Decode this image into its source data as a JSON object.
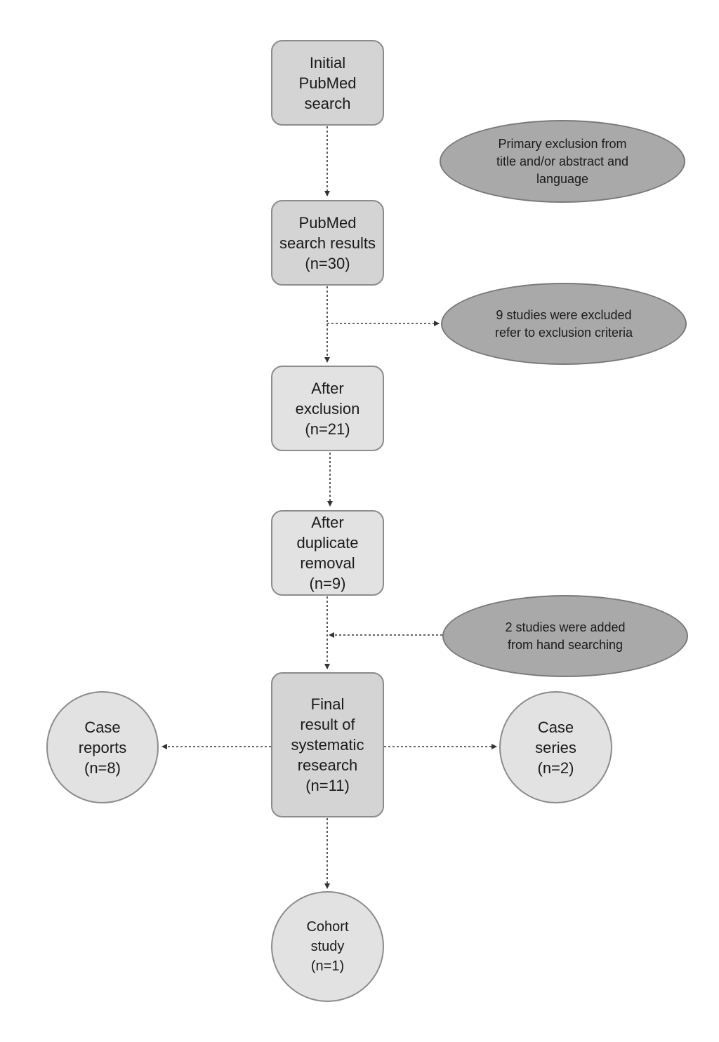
{
  "nodes": {
    "initial_search": "Initial\nPubMed\nsearch",
    "search_results": "PubMed\nsearch results\n(n=30)",
    "after_exclusion": "After\nexclusion\n(n=21)",
    "after_duplicate": "After\nduplicate\nremoval\n(n=9)",
    "final_result": "Final\nresult of\nsystematic\nresearch\n(n=11)",
    "case_reports": "Case\nreports\n(n=8)",
    "case_series": "Case\nseries\n(n=2)",
    "cohort_study": "Cohort\nstudy\n(n=1)"
  },
  "notes": {
    "primary_exclusion": "Primary exclusion from\ntitle and/or abstract and\nlanguage",
    "studies_excluded": "9 studies were excluded\nrefer to exclusion criteria",
    "studies_added": "2 studies were added\nfrom hand searching"
  },
  "colors": {
    "box_dark": "#d4d4d4",
    "box_light": "#e2e2e2",
    "note_fill": "#a9a9a9",
    "arrow": "#333333"
  }
}
